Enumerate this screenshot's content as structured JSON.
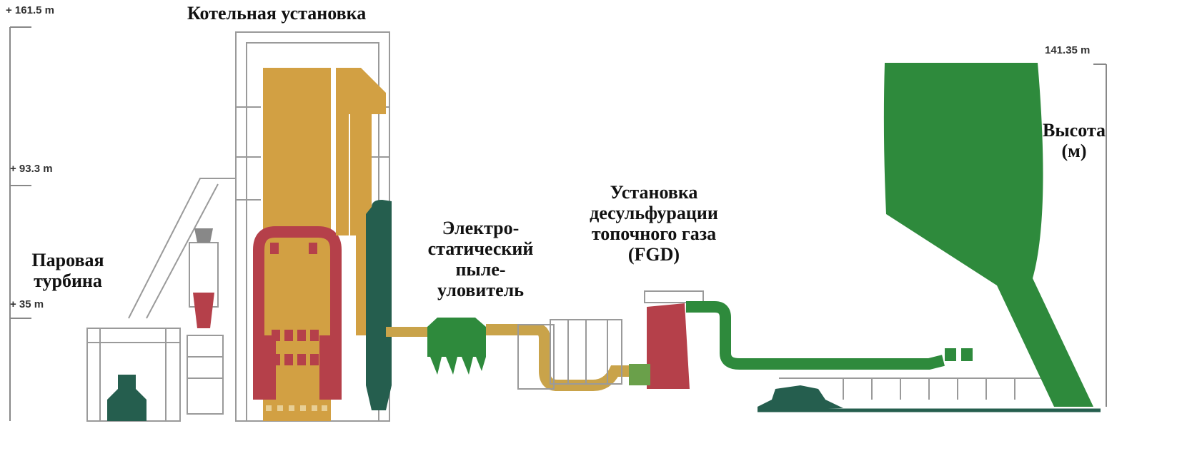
{
  "labels": {
    "boiler": "Котельная установка",
    "turbine": [
      "Паровая",
      "турбина"
    ],
    "esp": [
      "Электро-",
      "статический",
      "пыле-",
      "уловитель"
    ],
    "fgd": [
      "Установка",
      "десульфурации",
      "топочного газа",
      "(FGD)"
    ],
    "height": [
      "Высота",
      "(м)"
    ]
  },
  "elevations": {
    "top": "+ 161.5 m",
    "mid": "+ 93.3 m",
    "low": "+ 35 m",
    "tower": "141.35 m"
  },
  "colors": {
    "boiler": "#d2a043",
    "duct": "#c9a34a",
    "red": "#b5404a",
    "green": "#2e8a3c",
    "dark_green": "#255e4e",
    "line": "#9a9a9a"
  }
}
